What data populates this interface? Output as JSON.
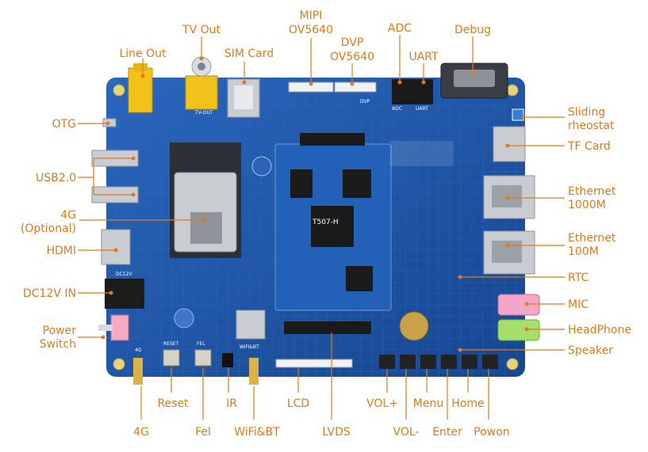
{
  "diagram": {
    "labels": {
      "tv_out": "TV Out",
      "line_out": "Line Out",
      "sim_card": "SIM Card",
      "mipi": [
        "MIPI",
        "OV5640"
      ],
      "dvp": [
        "DVP",
        "OV5640"
      ],
      "adc": "ADC",
      "uart": "UART",
      "debug": "Debug",
      "otg": "OTG",
      "usb2": "USB2.0",
      "g4_optional": [
        "4G",
        "(Optional)"
      ],
      "hdmi": "HDMI",
      "dc12v_in": "DC12V IN",
      "power_switch": [
        "Power",
        "Switch"
      ],
      "sliding_rheostat": [
        "Sliding",
        "rheostat"
      ],
      "tf_card": "TF Card",
      "eth_1000": [
        "Ethernet",
        "1000M"
      ],
      "eth_100": [
        "Ethernet",
        "100M"
      ],
      "rtc": "RTC",
      "mic": "MIC",
      "headphone": "HeadPhone",
      "speaker": "Speaker",
      "reset": "Reset",
      "ir": "IR",
      "lcd": "LCD",
      "vol_plus": "VOL+",
      "menu": "Menu",
      "home": "Home",
      "g4_antenna": "4G",
      "fel": "Fel",
      "wifi_bt": "WiFi&BT",
      "lvds": "LVDS",
      "vol_minus": "VOL-",
      "enter": "Enter",
      "powon": "Powon"
    },
    "colors": {
      "label": "#e07a1c",
      "pcb": "#1f56a8",
      "connector_yellow": "#f2c21a",
      "metal": "#c9ccd1"
    }
  }
}
